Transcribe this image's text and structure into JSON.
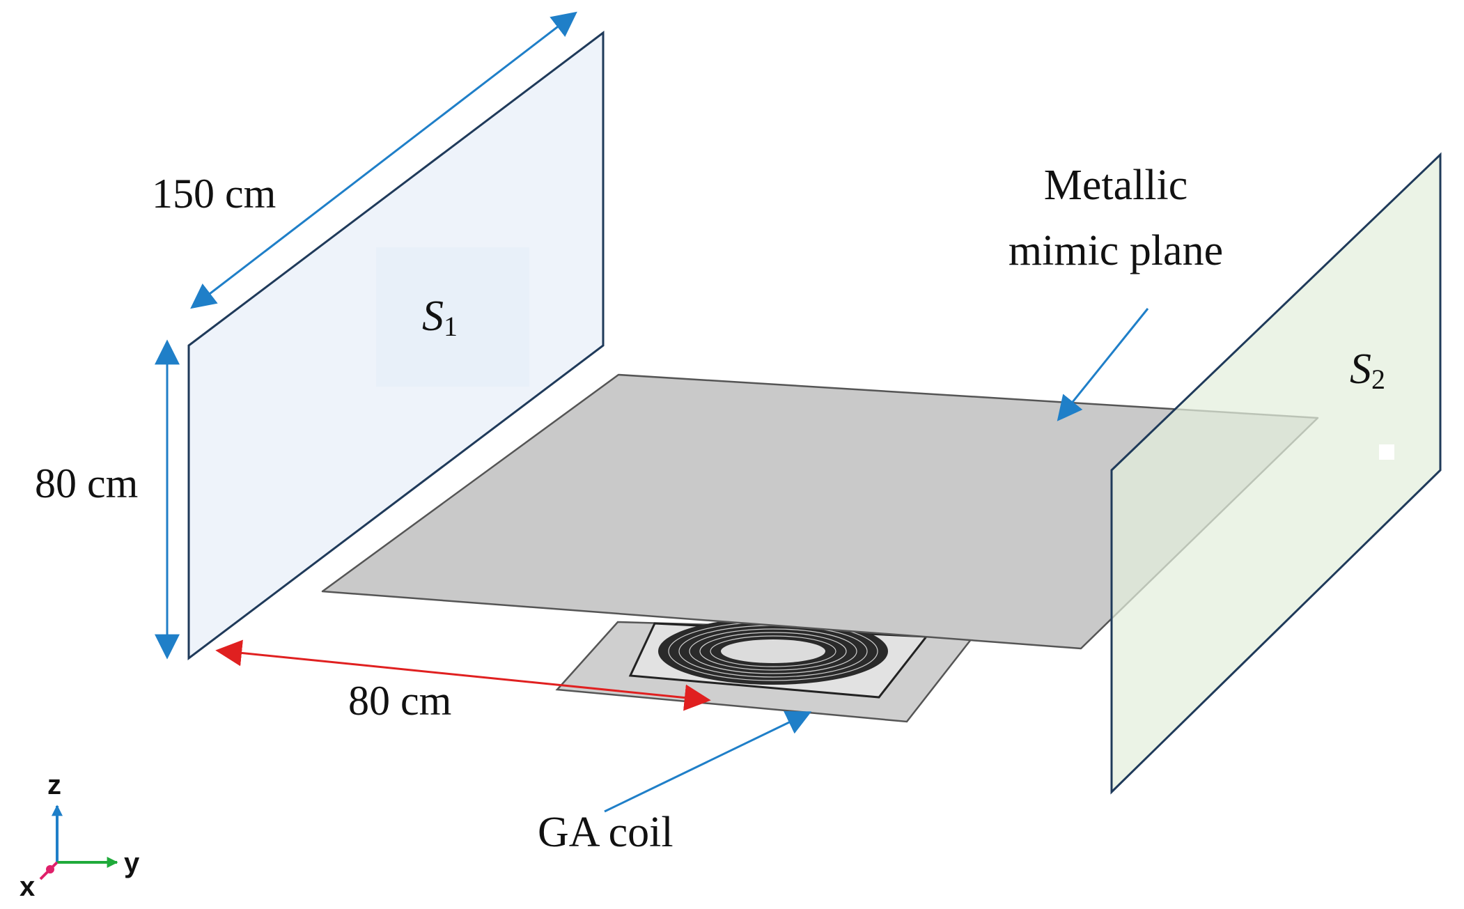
{
  "labels": {
    "s1_letter": "S",
    "s1_sub": "1",
    "s2_letter": "S",
    "s2_sub": "2",
    "dim_length": "150 cm",
    "dim_height": "80 cm",
    "dim_distance": "80 cm",
    "metallic_line1": "Metallic",
    "metallic_line2": "mimic plane",
    "ga_coil": "GA coil"
  },
  "axes": {
    "z": "z",
    "y": "y",
    "x": "x"
  },
  "colors": {
    "s1_fill": "#eef3fa",
    "s2_fill": "#eaf2e6",
    "panel_stroke": "#1f3a5a",
    "plane_fill": "#c9c9c9",
    "plane_stroke": "#555555",
    "dimension_blue": "#1f7fc8",
    "dimension_red": "#e02020",
    "axis_z": "#1f7fc8",
    "axis_y": "#1faa3a",
    "axis_x": "#e0206a"
  },
  "icons": {
    "axis_triad": "xyz-axes-icon"
  }
}
